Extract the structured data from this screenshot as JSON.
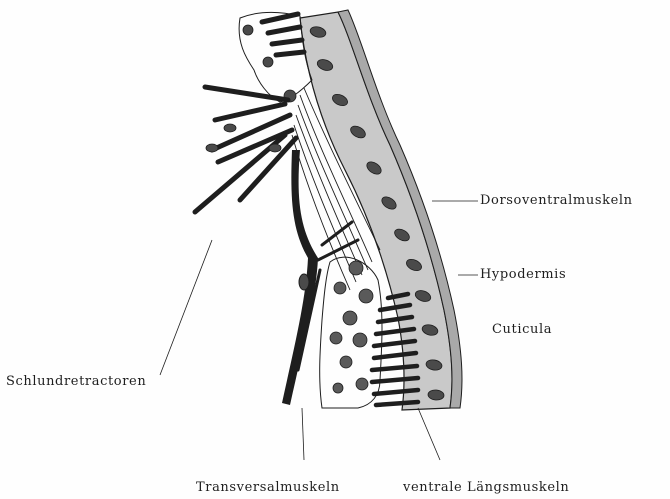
{
  "labels": {
    "dorsoventral": "Dorsoventralmuskeln",
    "hypodermis": "Hypodermis",
    "cuticula": "Cuticula",
    "schlund": "Schlundretractoren",
    "transversal": "Transversalmuskeln",
    "ventral": "ventrale Längsmuskeln"
  },
  "colors": {
    "ink": "#1e1e1e",
    "hypodermis_fill": "#c9c9c9",
    "cuticula_fill": "#a9a9a9",
    "background": "#fefefe"
  }
}
